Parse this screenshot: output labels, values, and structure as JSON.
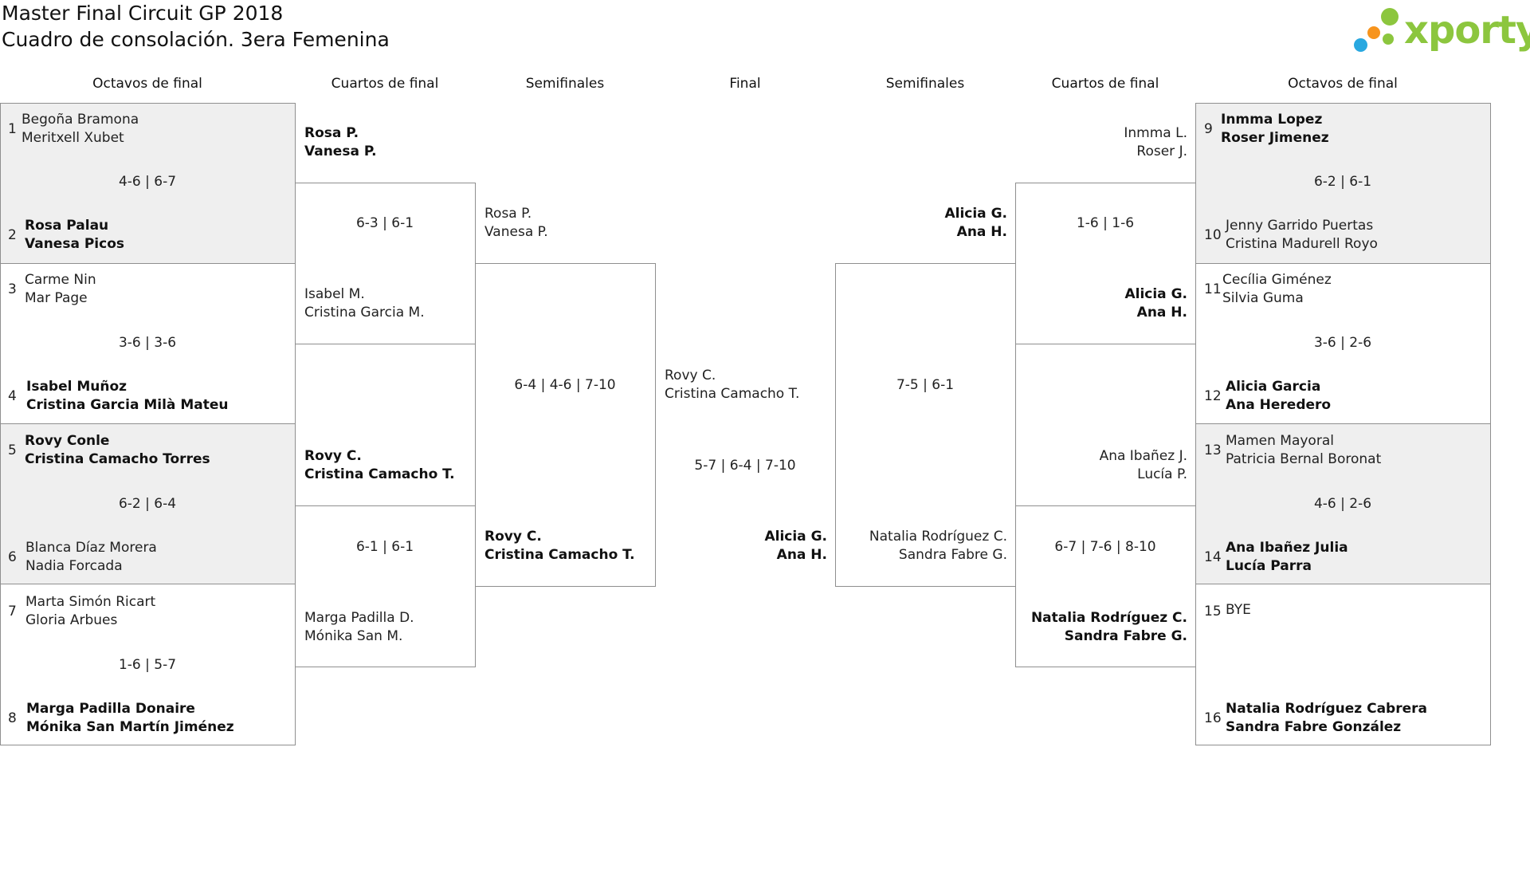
{
  "page": {
    "title": "Master Final Circuit GP 2018",
    "subtitle": "Cuadro de consolación. 3era Femenina"
  },
  "logo": {
    "text": "xporty",
    "colors": [
      "#8cc63e",
      "#29a8e0",
      "#f7941d",
      "#8cc63e"
    ]
  },
  "headers": {
    "left_r16": "Octavos de final",
    "left_qf": "Cuartos de final",
    "left_sf": "Semifinales",
    "final": "Final",
    "right_sf": "Semifinales",
    "right_qf": "Cuartos de final",
    "right_r16": "Octavos de final"
  },
  "left_r16": [
    {
      "seed_a": "1",
      "a1": "Begoña Bramona",
      "a2": "Meritxell Xubet",
      "score": "4-6 | 6-7",
      "seed_b": "2",
      "b1": "Rosa Palau",
      "b2": "Vanesa Picos",
      "winner": "b"
    },
    {
      "seed_a": "3",
      "a1": "Carme Nin",
      "a2": "Mar Page",
      "score": "3-6 | 3-6",
      "seed_b": "4",
      "b1": "Isabel Muñoz",
      "b2": "Cristina Garcia Milà Mateu",
      "winner": "b"
    },
    {
      "seed_a": "5",
      "a1": "Rovy Conle",
      "a2": "Cristina Camacho Torres",
      "score": "6-2 | 6-4",
      "seed_b": "6",
      "b1": "Blanca Díaz Morera",
      "b2": "Nadia Forcada",
      "winner": "a"
    },
    {
      "seed_a": "7",
      "a1": "Marta Simón Ricart",
      "a2": "Gloria Arbues",
      "score": "1-6 | 5-7",
      "seed_b": "8",
      "b1": "Marga Padilla Donaire",
      "b2": "Mónika San Martín Jiménez",
      "winner": "b"
    }
  ],
  "left_qf": [
    {
      "a1": "Rosa P.",
      "a2": "Vanesa P.",
      "score": "6-3 | 6-1",
      "b1": "Isabel M.",
      "b2": "Cristina Garcia M.",
      "winner": "a"
    },
    {
      "a1": "Rovy C.",
      "a2": "Cristina Camacho T.",
      "score": "6-1 | 6-1",
      "b1": "Marga Padilla D.",
      "b2": "Mónika San M.",
      "winner": "a"
    }
  ],
  "left_sf": {
    "a1": "Rosa P.",
    "a2": "Vanesa P.",
    "score": "6-4 | 4-6 | 7-10",
    "b1": "Rovy C.",
    "b2": "Cristina Camacho T.",
    "winner": "b"
  },
  "final": {
    "a1": "Rovy C.",
    "a2": "Cristina Camacho T.",
    "score": "5-7 | 6-4 | 7-10",
    "b1": "Alicia G.",
    "b2": "Ana H.",
    "winner": "b"
  },
  "right_sf": {
    "a1": "Alicia G.",
    "a2": "Ana H.",
    "score": "7-5 | 6-1",
    "b1": "Natalia Rodríguez C.",
    "b2": "Sandra Fabre G.",
    "winner": "a"
  },
  "right_qf": [
    {
      "a1": "Inmma L.",
      "a2": "Roser J.",
      "score": "1-6 | 1-6",
      "b1": "Alicia G.",
      "b2": "Ana H.",
      "winner": "b"
    },
    {
      "a1": "Ana Ibañez J.",
      "a2": "Lucía P.",
      "score": "6-7 | 7-6 | 8-10",
      "b1": "Natalia Rodríguez C.",
      "b2": "Sandra Fabre G.",
      "winner": "b"
    }
  ],
  "right_r16": [
    {
      "seed_a": "9",
      "a1": "Inmma Lopez",
      "a2": "Roser Jimenez",
      "score": "6-2 | 6-1",
      "seed_b": "10",
      "b1": "Jenny Garrido Puertas",
      "b2": "Cristina Madurell Royo",
      "winner": "a"
    },
    {
      "seed_a": "11",
      "a1": "Cecília Giménez",
      "a2": "Silvia Guma",
      "score": "3-6 | 2-6",
      "seed_b": "12",
      "b1": "Alicia Garcia",
      "b2": "Ana Heredero",
      "winner": "b"
    },
    {
      "seed_a": "13",
      "a1": "Mamen Mayoral",
      "a2": "Patricia Bernal Boronat",
      "score": "4-6 | 2-6",
      "seed_b": "14",
      "b1": "Ana Ibañez Julia",
      "b2": "Lucía Parra",
      "winner": "b"
    },
    {
      "seed_a": "15",
      "a1": "BYE",
      "a2": "",
      "score": "",
      "seed_b": "16",
      "b1": "Natalia Rodríguez Cabrera",
      "b2": "Sandra Fabre González",
      "winner": "b"
    }
  ]
}
